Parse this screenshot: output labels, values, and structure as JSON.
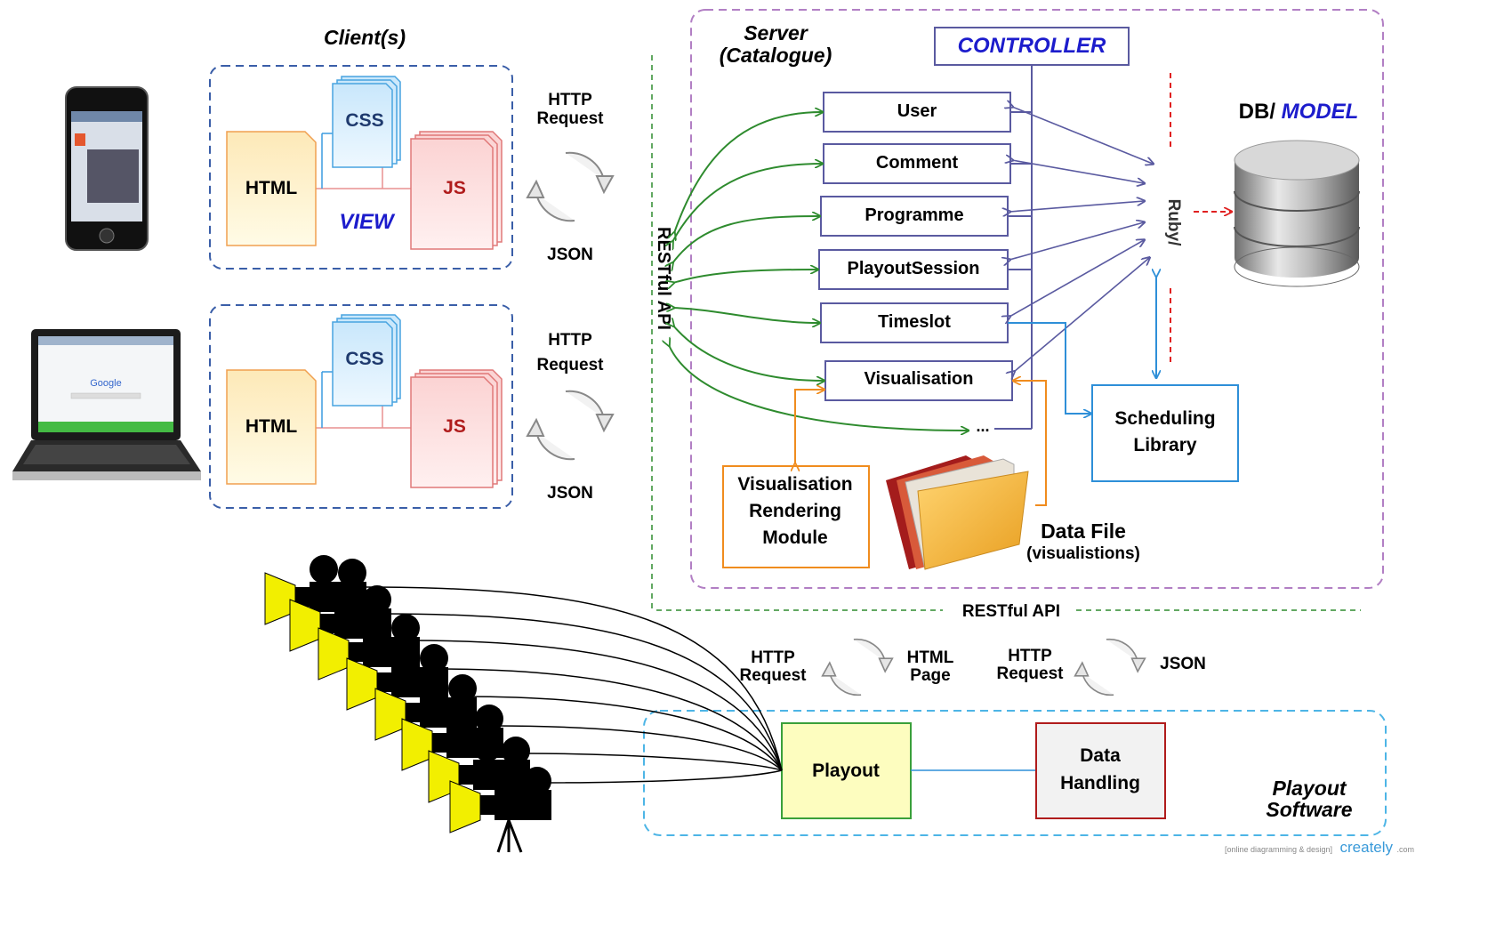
{
  "clients": {
    "title": "Client(s)",
    "view_label": "VIEW",
    "panel1": {
      "css": "CSS",
      "html": "HTML",
      "js": "JS"
    },
    "panel2": {
      "css": "CSS",
      "html": "HTML",
      "js": "JS"
    },
    "exchange1": {
      "request": [
        "HTTP",
        "Request"
      ],
      "response": "JSON"
    },
    "exchange2": {
      "request": [
        "HTTP",
        "Request"
      ],
      "response": "JSON"
    }
  },
  "restful_api_vertical": "RESTful API",
  "restful_api_horizontal": "RESTful API",
  "server": {
    "title": [
      "Server",
      "(Catalogue)"
    ],
    "controller": "CONTROLLER",
    "resources": [
      "User",
      "Comment",
      "Programme",
      "PlayoutSession",
      "Timeslot",
      "Visualisation",
      "..."
    ],
    "ruby": "Ruby/",
    "db_label": {
      "db": "DB/",
      "model": "MODEL"
    },
    "scheduling_library": [
      "Scheduling",
      "Library"
    ],
    "visualisation_module": [
      "Visualisation",
      "Rendering",
      "Module"
    ],
    "data_file": {
      "title": "Data File",
      "subtitle": "(visualistions)"
    }
  },
  "playout_exchanges": {
    "left": {
      "request": [
        "HTTP",
        "Request"
      ],
      "response": [
        "HTML",
        "Page"
      ]
    },
    "right": {
      "request": [
        "HTTP",
        "Request"
      ],
      "response": "JSON"
    }
  },
  "playout_software": {
    "title": [
      "Playout",
      "Software"
    ],
    "playout": "Playout",
    "data_handling": [
      "Data",
      "Handling"
    ]
  },
  "watermark": {
    "small": "[online diagramming & design]",
    "brand": "creately",
    "suffix": ".com"
  },
  "colors": {
    "client_border": "#3a5ea8",
    "server_border": "#b27fc4",
    "playout_border": "#4db5e6",
    "green_arrow": "#2e8b2e",
    "purple_arrow": "#5a5aa0",
    "orange": "#f08c1e",
    "blue_arrow": "#2e8fd8",
    "controller_text": "#1c1ccc"
  }
}
